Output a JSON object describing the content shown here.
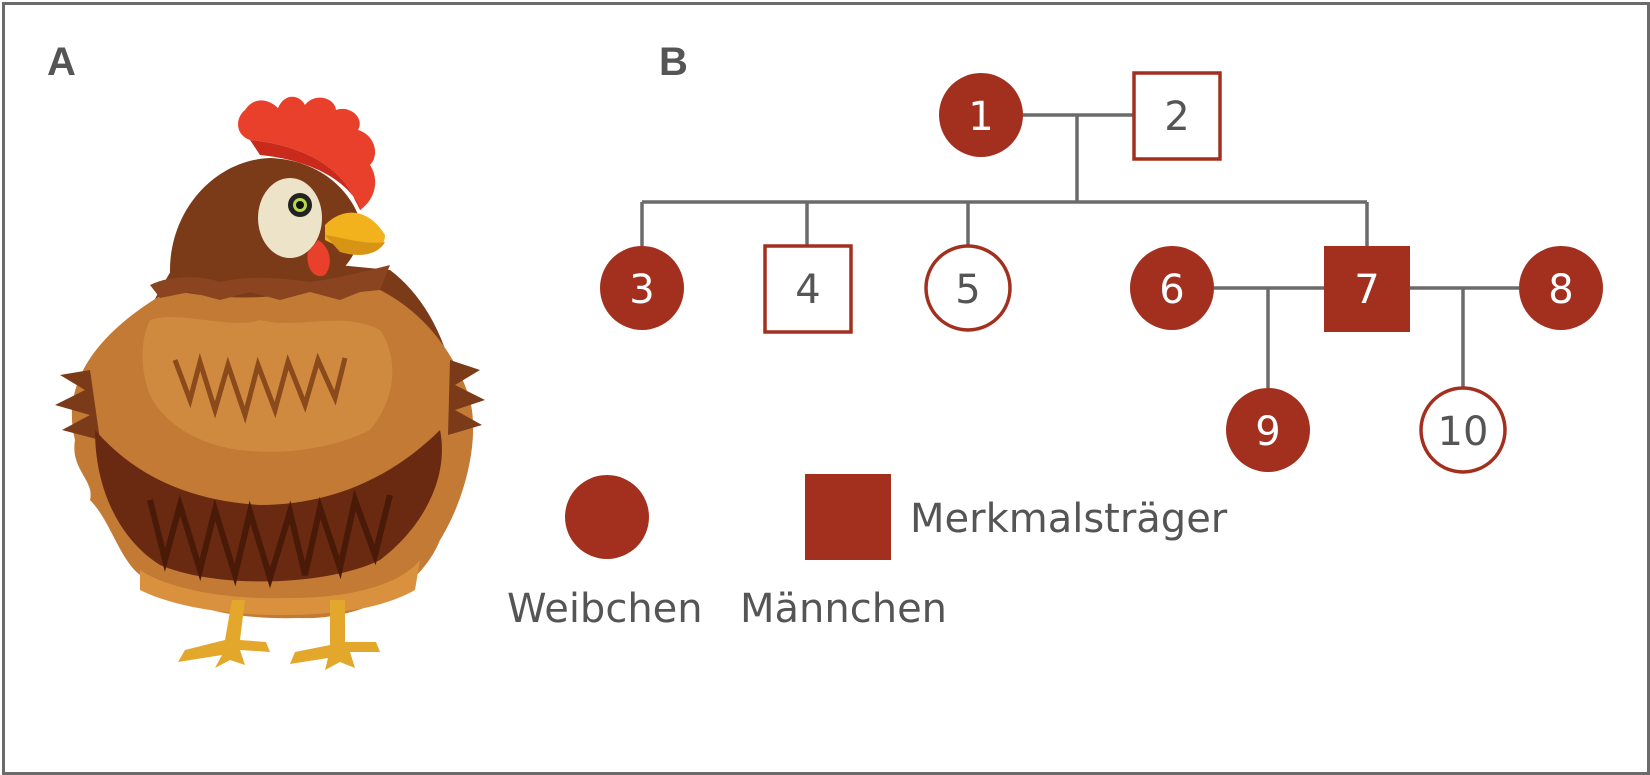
{
  "panels": {
    "a_label": "A",
    "b_label": "B"
  },
  "colors": {
    "affected": "#a3301f",
    "line": "#6b6b6b",
    "text_dark": "#555555"
  },
  "pedigree": {
    "individuals": [
      {
        "id": "1",
        "sex": "female",
        "affected": true
      },
      {
        "id": "2",
        "sex": "male",
        "affected": false
      },
      {
        "id": "3",
        "sex": "female",
        "affected": true
      },
      {
        "id": "4",
        "sex": "male",
        "affected": false
      },
      {
        "id": "5",
        "sex": "female",
        "affected": false
      },
      {
        "id": "6",
        "sex": "female",
        "affected": true
      },
      {
        "id": "7",
        "sex": "male",
        "affected": true
      },
      {
        "id": "8",
        "sex": "female",
        "affected": true
      },
      {
        "id": "9",
        "sex": "female",
        "affected": true
      },
      {
        "id": "10",
        "sex": "female",
        "affected": false
      }
    ],
    "matings": [
      {
        "partners": [
          "1",
          "2"
        ],
        "children": [
          "3",
          "4",
          "5",
          "7"
        ]
      },
      {
        "partners": [
          "6",
          "7"
        ],
        "children": [
          "9"
        ]
      },
      {
        "partners": [
          "7",
          "8"
        ],
        "children": [
          "10"
        ]
      }
    ]
  },
  "legend": {
    "female_label": "Weibchen",
    "male_label": "Männchen",
    "affected_label": "Merkmalsträger"
  },
  "illustration": {
    "icon": "hen-icon"
  }
}
